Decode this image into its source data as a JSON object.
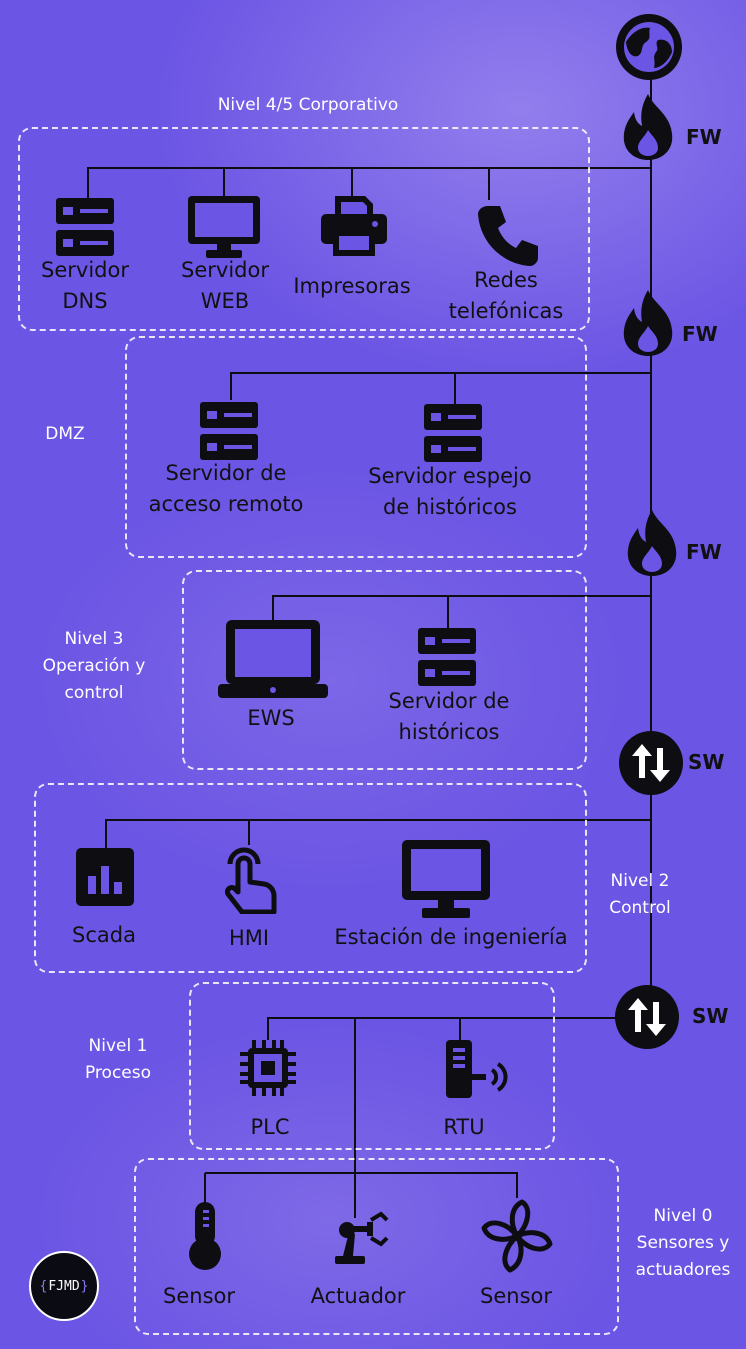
{
  "zones": {
    "corporate": "Nivel 4/5 Corporativo",
    "dmz": "DMZ",
    "level3": [
      "Nivel 3",
      "Operación y",
      "control"
    ],
    "level2": [
      "Nivel 2",
      "Control"
    ],
    "level1": [
      "Nivel 1",
      "Proceso"
    ],
    "level0": [
      "Nivel 0",
      "Sensores y",
      "actuadores"
    ]
  },
  "devices": {
    "dns": [
      "Servidor",
      "DNS"
    ],
    "web": [
      "Servidor",
      "WEB"
    ],
    "printers": "Impresoras",
    "phones": [
      "Redes",
      "telefónicas"
    ],
    "remote": [
      "Servidor de",
      "acceso remoto"
    ],
    "mirror": [
      "Servidor espejo",
      "de históricos"
    ],
    "ews": "EWS",
    "historian": [
      "Servidor de",
      "históricos"
    ],
    "scada": "Scada",
    "hmi": "HMI",
    "eng": "Estación de ingeniería",
    "plc": "PLC",
    "rtu": "RTU",
    "sensor1": "Sensor",
    "actuator": "Actuador",
    "sensor2": "Sensor"
  },
  "network": {
    "fw1": "FW",
    "fw2": "FW",
    "fw3": "FW",
    "sw1": "SW",
    "sw2": "SW"
  },
  "logo": "FJMD",
  "icons": [
    "globe-icon",
    "firewall-icon",
    "switch-icon",
    "server-icon",
    "monitor-icon",
    "printer-icon",
    "phone-icon",
    "laptop-icon",
    "chart-icon",
    "touch-icon",
    "chip-icon",
    "rtu-icon",
    "thermometer-icon",
    "robot-arm-icon",
    "fan-icon"
  ],
  "colors": {
    "background": "#6b55e4",
    "line": "#0d0d12",
    "text": "#111111",
    "zone_label": "#ffffff"
  }
}
